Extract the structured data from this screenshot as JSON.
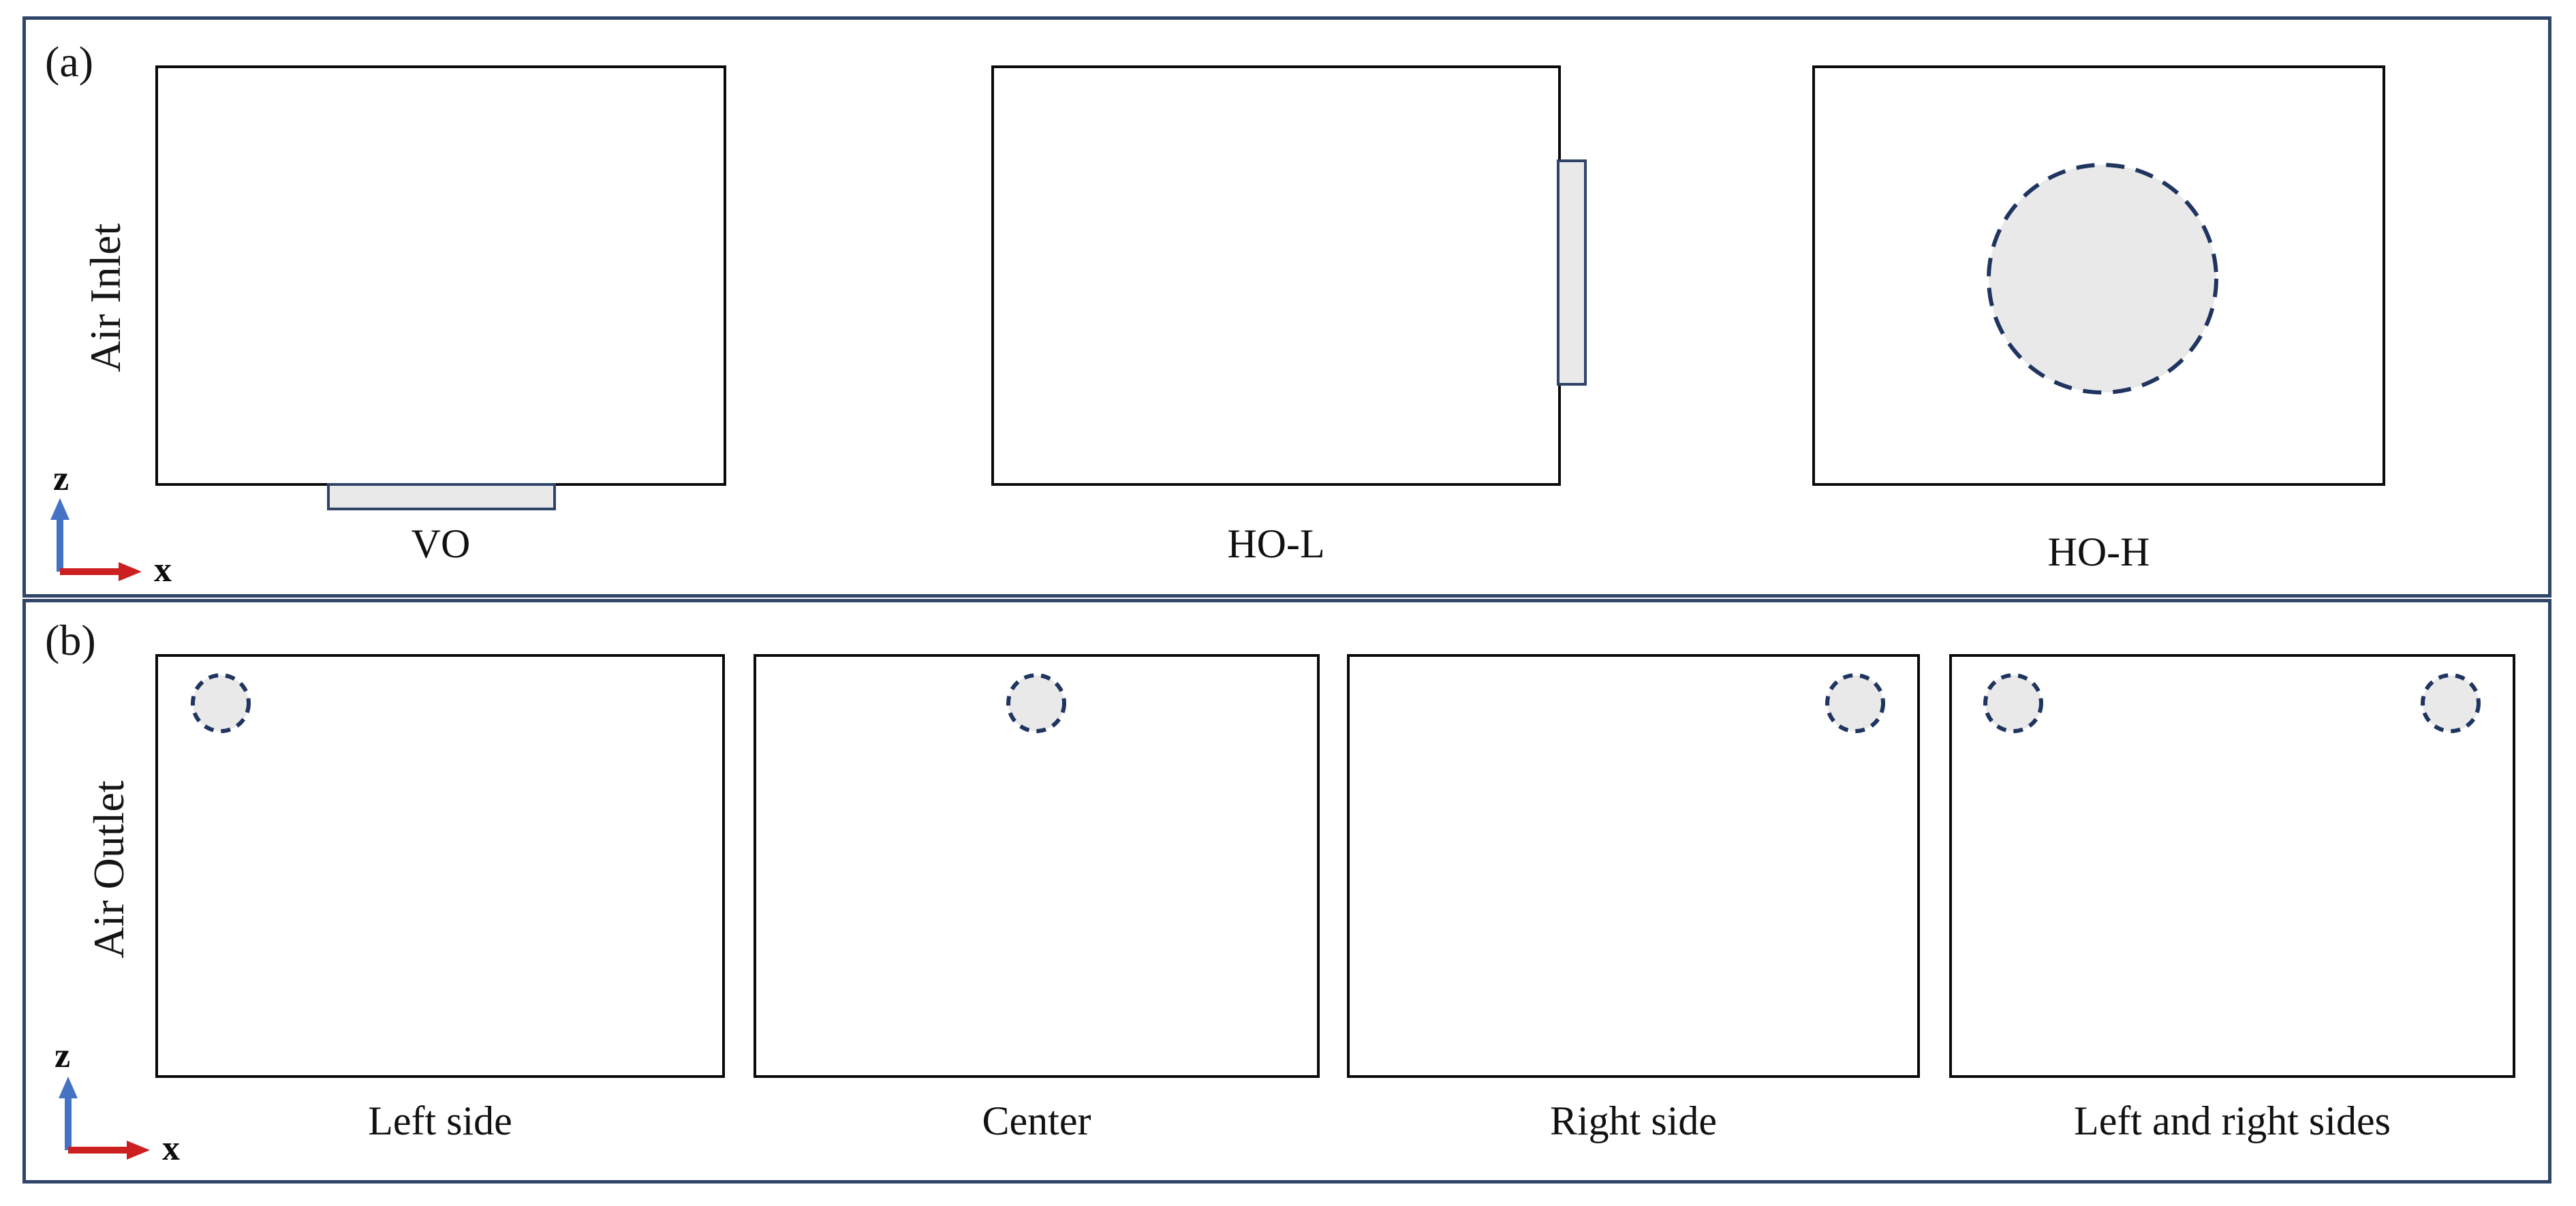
{
  "figure": {
    "panel_a": {
      "tag": "(a)",
      "row_label": "Air Inlet",
      "cases": [
        {
          "label": "VO",
          "opening": "slot at bottom center of floor"
        },
        {
          "label": "HO-L",
          "opening": "slot on right wall, vertically centered"
        },
        {
          "label": "HO-H",
          "opening": "dashed circle near center of wall"
        }
      ],
      "axis": {
        "vertical": "z",
        "horizontal": "x"
      }
    },
    "panel_b": {
      "tag": "(b)",
      "row_label": "Air Outlet",
      "cases": [
        {
          "label": "Left side",
          "opening": "dashed circle at top left"
        },
        {
          "label": "Center",
          "opening": "dashed circle at top center"
        },
        {
          "label": "Right side",
          "opening": "dashed circle at top right"
        },
        {
          "label": "Left and right sides",
          "opening": "dashed circles at top left and top right"
        }
      ],
      "axis": {
        "vertical": "z",
        "horizontal": "x"
      }
    },
    "colors": {
      "panel_border": "#2F4569",
      "box_border": "#0a0a0a",
      "opening_fill": "#E9E9E9",
      "opening_border": "#2F4468",
      "dashed_stroke": "#1F3560",
      "axis_z": "#4472C4",
      "axis_x": "#CC2020"
    }
  }
}
